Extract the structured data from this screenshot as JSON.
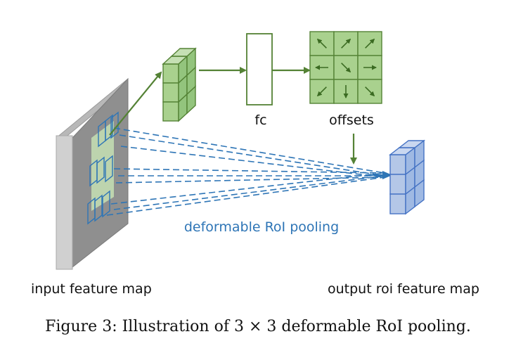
{
  "labels": {
    "fc": "fc",
    "offsets": "offsets",
    "pooling": "deformable RoI pooling",
    "input": "input feature map",
    "output": "output roi feature map"
  },
  "caption": "Figure 3: Illustration of 3 × 3 deformable RoI pooling.",
  "colors": {
    "green_fill": "#a9d18e",
    "green_dark": "#548235",
    "green_light": "#c5e0b4",
    "blue_fill": "#b4c7e7",
    "blue_line": "#2e75b6",
    "blue_dark": "#4472c4",
    "gray_front": "#d0d0d0",
    "gray_side": "#8f8f8f",
    "text_blue": "#2e75b6"
  },
  "offset_arrows": [
    "up-left",
    "up-right",
    "up-right",
    "left",
    "down-right",
    "right",
    "down-left",
    "down",
    "down-right"
  ]
}
